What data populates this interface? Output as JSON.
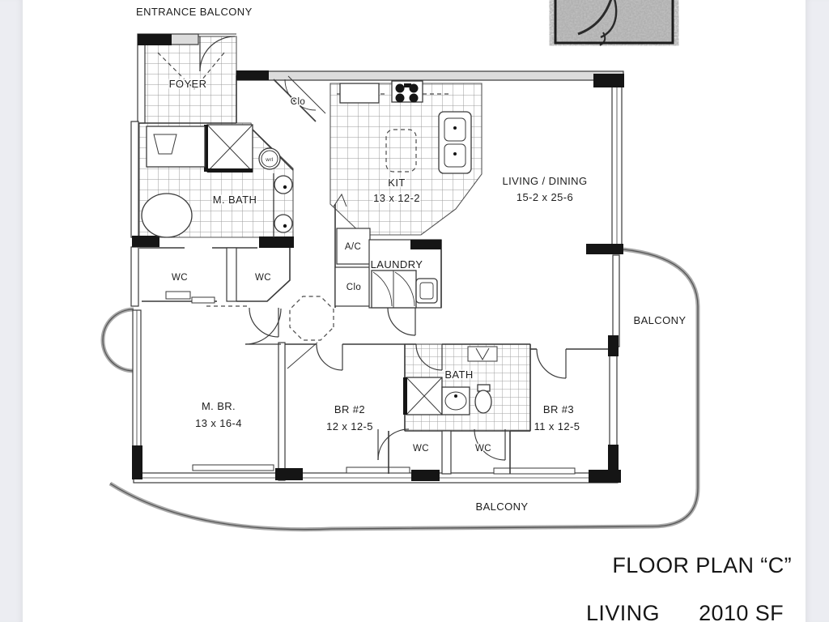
{
  "page": {
    "paper_color": "#ffffff",
    "edge_band_color": "#ecedf2",
    "ink_color": "#3a3a3a",
    "tile_color": "#9b9b9b",
    "solid_wall_color": "#151515",
    "rail_color": "#a9a9a9"
  },
  "header": {
    "entrance_label": "ENTRANCE BALCONY"
  },
  "logo": {
    "name": "builder-monogram"
  },
  "plan": {
    "rooms": {
      "foyer": {
        "label": "FOYER"
      },
      "closet_top": {
        "label": "Clo"
      },
      "kitchen": {
        "label": "KIT",
        "dims": "13 x 12-2"
      },
      "living_dining": {
        "label": "LIVING / DINING",
        "dims": "15-2 x 25-6"
      },
      "master_bath": {
        "label": "M. BATH"
      },
      "water_closet_tag": {
        "label": "wrl"
      },
      "ac_closet": {
        "label": "A/C"
      },
      "laundry": {
        "label": "LAUNDRY"
      },
      "closet_hall": {
        "label": "Clo"
      },
      "wc_master_left": {
        "label": "WC"
      },
      "wc_master_right": {
        "label": "WC"
      },
      "master_bedroom": {
        "label": "M. BR.",
        "dims": "13 x 16-4"
      },
      "bedroom2": {
        "label": "BR #2",
        "dims": "12 x 12-5"
      },
      "bath2": {
        "label": "BATH"
      },
      "bedroom3": {
        "label": "BR #3",
        "dims": "11 x 12-5"
      },
      "wc_hall_left": {
        "label": "WC"
      },
      "wc_hall_right": {
        "label": "WC"
      },
      "balcony_right": {
        "label": "BALCONY"
      },
      "balcony_bottom": {
        "label": "BALCONY"
      }
    }
  },
  "title_block": {
    "plan_title": "FLOOR PLAN “C”",
    "area_label": "LIVING",
    "area_value": "2010 SF"
  }
}
